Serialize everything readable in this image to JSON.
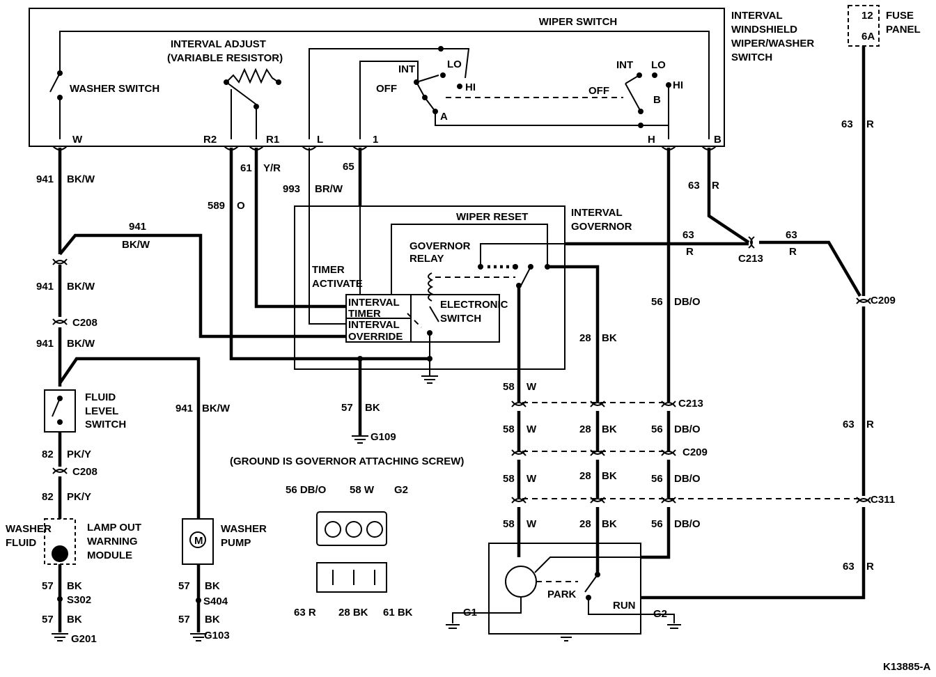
{
  "components": {
    "wiper_switch": "WIPER SWITCH",
    "interval_switch_1": "INTERVAL",
    "interval_switch_2": "WINDSHIELD",
    "interval_switch_3": "WIPER/WASHER",
    "interval_switch_4": "SWITCH",
    "fuse_panel_1": "FUSE",
    "fuse_panel_2": "PANEL",
    "fuse_num": "12",
    "fuse_amp": "6A",
    "washer_switch": "WASHER SWITCH",
    "interval_adjust_1": "INTERVAL ADJUST",
    "interval_adjust_2": "(VARIABLE RESISTOR)",
    "wiper_reset": "WIPER RESET",
    "interval_governor_1": "INTERVAL",
    "interval_governor_2": "GOVERNOR",
    "governor_relay_1": "GOVERNOR",
    "governor_relay_2": "RELAY",
    "timer_activate_1": "TIMER",
    "timer_activate_2": "ACTIVATE",
    "interval_timer_1": "INTERVAL",
    "interval_timer_2": "TIMER",
    "interval_override_1": "INTERVAL",
    "interval_override_2": "OVERRIDE",
    "electronic_switch_1": "ELECTRONIC",
    "electronic_switch_2": "SWITCH",
    "fluid_level_1": "FLUID",
    "fluid_level_2": "LEVEL",
    "fluid_level_3": "SWITCH",
    "washer_fluid_1": "WASHER",
    "washer_fluid_2": "FLUID",
    "lamp_out_1": "LAMP OUT",
    "lamp_out_2": "WARNING",
    "lamp_out_3": "MODULE",
    "washer_pump_1": "WASHER",
    "washer_pump_2": "PUMP",
    "pump_motor": "M",
    "ground_note": "(GROUND IS GOVERNOR ATTACHING SCREW)",
    "park": "PARK",
    "run": "RUN"
  },
  "switch_positions": {
    "int": "INT",
    "lo": "LO",
    "hi": "HI",
    "off": "OFF",
    "a": "A",
    "b": "B"
  },
  "terminals": {
    "w": "W",
    "r2": "R2",
    "r1": "R1",
    "l": "L",
    "one": "1",
    "h": "H",
    "b": "B"
  },
  "wires": {
    "c941": "941",
    "bkw": "BK/W",
    "c61": "61",
    "yr": "Y/R",
    "c65": "65",
    "c993": "993",
    "brw": "BR/W",
    "c589": "589",
    "o": "O",
    "c63": "63",
    "r": "R",
    "c56": "56",
    "dbo": "DB/O",
    "c28": "28",
    "bk": "BK",
    "c58": "58",
    "w": "W",
    "c57": "57",
    "c82": "82",
    "pky": "PK/Y"
  },
  "connectors": {
    "c208": "C208",
    "c213": "C213",
    "c209": "C209",
    "c311": "C311",
    "s302": "S302",
    "s404": "S404"
  },
  "grounds": {
    "g109": "G109",
    "g201": "G201",
    "g103": "G103",
    "g1": "G1",
    "g2": "G2"
  },
  "connector_view": {
    "pin_56": "56 DB/O",
    "pin_58": "58 W",
    "pin_g2": "G2",
    "pin_63": "63 R",
    "pin_28": "28 BK",
    "pin_61": "61 BK"
  },
  "figure_id": "K13885-A"
}
